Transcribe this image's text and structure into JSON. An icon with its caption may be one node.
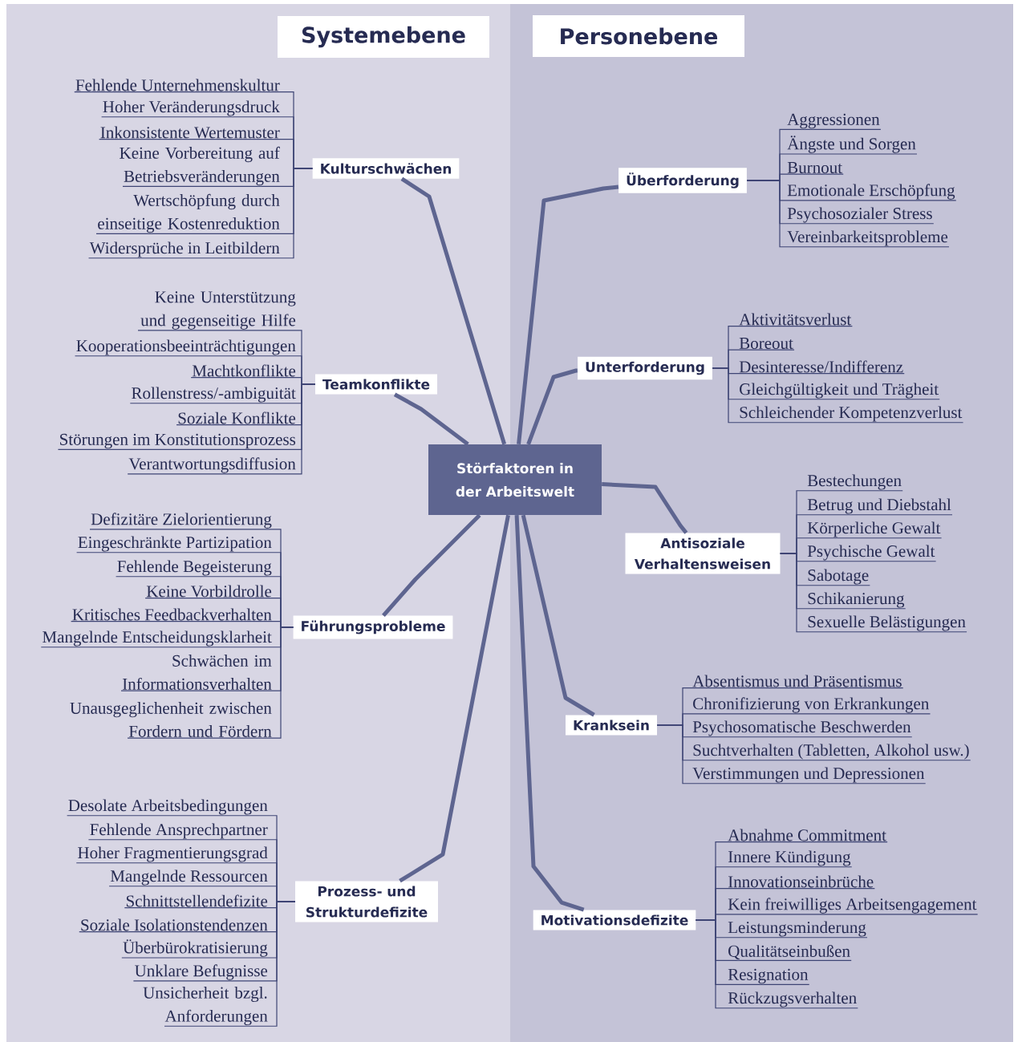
{
  "diagram": {
    "nodes": [
      {
        "text": [
          "Systemebene"
        ]
      },
      {
        "text": [
          "Personebene"
        ]
      },
      {
        "text": [
          "Störfaktoren in der Arbeitswelt"
        ]
      },
      {
        "text": [
          "Kulturschwächen"
        ]
      },
      {
        "text": [
          "Fehlende Unternehmenskultur"
        ]
      },
      {
        "text": [
          "Hoher Veränderungsdruck"
        ]
      },
      {
        "text": [
          "Inkonsistente Wertemuster"
        ]
      },
      {
        "text": [
          "Keine Vorbereitung auf Betriebsveränderungen"
        ]
      },
      {
        "text": [
          "Wertschöpfung durch einseitige Kostenreduktion"
        ]
      },
      {
        "text": [
          "Widersprüche in Leitbildern"
        ]
      },
      {
        "text": [
          "Teamkonflikte"
        ]
      },
      {
        "text": [
          "Keine Unterstützung und gegenseitige Hilfe"
        ]
      },
      {
        "text": [
          "Kooperationsbeeinträchtigungen"
        ]
      },
      {
        "text": [
          "Machtkonflikte"
        ]
      },
      {
        "text": [
          "Rollenstress/-ambiguität"
        ]
      },
      {
        "text": [
          "Soziale Konflikte"
        ]
      },
      {
        "text": [
          "Störungen im Konstitutionsprozess"
        ]
      },
      {
        "text": [
          "Verantwortungsdiffusion"
        ]
      },
      {
        "text": [
          "Führungsprobleme"
        ]
      },
      {
        "text": [
          "Defizitäre Zielorientierung"
        ]
      },
      {
        "text": [
          "Eingeschränkte Partizipation"
        ]
      },
      {
        "text": [
          "Fehlende Begeisterung"
        ]
      },
      {
        "text": [
          "Keine Vorbildrolle"
        ]
      },
      {
        "text": [
          "Kritisches Feedbackverhalten"
        ]
      },
      {
        "text": [
          "Mangelnde Entscheidungsklarheit"
        ]
      },
      {
        "text": [
          "Schwächen im Informationsverhalten"
        ]
      },
      {
        "text": [
          "Unausgeglichenheit zwischen Fordern und Fördern"
        ]
      },
      {
        "text": [
          "Prozess- und Strukturdefizite"
        ]
      },
      {
        "text": [
          "Desolate Arbeitsbedingungen"
        ]
      },
      {
        "text": [
          "Fehlende Ansprechpartner"
        ]
      },
      {
        "text": [
          "Hoher Fragmentierungsgrad"
        ]
      },
      {
        "text": [
          "Mangelnde Ressourcen"
        ]
      },
      {
        "text": [
          "Schnittstellendefizite"
        ]
      },
      {
        "text": [
          "Soziale Isolationstendenzen"
        ]
      },
      {
        "text": [
          "Überbürokratisierung"
        ]
      },
      {
        "text": [
          "Unklare Befugnisse"
        ]
      },
      {
        "text": [
          "Unsicherheit bzgl. Anforderungen"
        ]
      },
      {
        "text": [
          "Überforderung"
        ]
      },
      {
        "text": [
          "Aggressionen"
        ]
      },
      {
        "text": [
          "Ängste und Sorgen"
        ]
      },
      {
        "text": [
          "Burnout"
        ]
      },
      {
        "text": [
          "Emotionale Erschöpfung"
        ]
      },
      {
        "text": [
          "Psychosozialer Stress"
        ]
      },
      {
        "text": [
          "Vereinbarkeitsprobleme"
        ]
      },
      {
        "text": [
          "Unterforderung"
        ]
      },
      {
        "text": [
          "Aktivitätsverlust"
        ]
      },
      {
        "text": [
          "Boreout"
        ]
      },
      {
        "text": [
          "Desinteresse/Indifferenz"
        ]
      },
      {
        "text": [
          "Gleichgültigkeit und Trägheit"
        ]
      },
      {
        "text": [
          "Schleichender Kompetenzverlust"
        ]
      },
      {
        "text": [
          "Antisoziale Verhaltensweisen"
        ]
      },
      {
        "text": [
          "Bestechungen"
        ]
      },
      {
        "text": [
          "Betrug und Diebstahl"
        ]
      },
      {
        "text": [
          "Körperliche Gewalt"
        ]
      },
      {
        "text": [
          "Psychische Gewalt"
        ]
      },
      {
        "text": [
          "Sabotage"
        ]
      },
      {
        "text": [
          "Schikanierung"
        ]
      },
      {
        "text": [
          "Sexuelle Belästigungen"
        ]
      },
      {
        "text": [
          "Kranksein"
        ]
      },
      {
        "text": [
          "Absentismus und Präsentismus"
        ]
      },
      {
        "text": [
          "Chronifizierung von Erkrankungen"
        ]
      },
      {
        "text": [
          "Psychosomatische Beschwerden"
        ]
      },
      {
        "text": [
          "Suchtverhalten (Tabletten, Alkohol usw.)"
        ]
      },
      {
        "text": [
          "Verstimmungen und Depressionen"
        ]
      },
      {
        "text": [
          "Motivationsdefizite"
        ]
      },
      {
        "text": [
          "Abnahme Commitment"
        ]
      },
      {
        "text": [
          "Innere Kündigung"
        ]
      },
      {
        "text": [
          "Innovationseinbrüche"
        ]
      },
      {
        "text": [
          "Kein freiwilliges Arbeitsengagement"
        ]
      },
      {
        "text": [
          "Leistungsminderung"
        ]
      },
      {
        "text": [
          "Qualitätseinbußen"
        ]
      },
      {
        "text": [
          "Resignation"
        ]
      },
      {
        "text": [
          "Rückzugsverhalten"
        ]
      }
    ],
    "edges": [
      {
        "from": 2,
        "to": 3,
        "arrow": "none",
        "style": "thick"
      },
      {
        "from": 2,
        "to": 10,
        "arrow": "none",
        "style": "thick"
      },
      {
        "from": 2,
        "to": 18,
        "arrow": "none",
        "style": "thick"
      },
      {
        "from": 2,
        "to": 27,
        "arrow": "none",
        "style": "thick"
      },
      {
        "from": 2,
        "to": 37,
        "arrow": "none",
        "style": "thick"
      },
      {
        "from": 2,
        "to": 44,
        "arrow": "none",
        "style": "thick"
      },
      {
        "from": 2,
        "to": 50,
        "arrow": "none",
        "style": "thick"
      },
      {
        "from": 2,
        "to": 58,
        "arrow": "none",
        "style": "thick"
      },
      {
        "from": 2,
        "to": 64,
        "arrow": "none",
        "style": "thick"
      },
      {
        "from": 3,
        "to": 4,
        "arrow": "none"
      },
      {
        "from": 3,
        "to": 5,
        "arrow": "none"
      },
      {
        "from": 3,
        "to": 6,
        "arrow": "none"
      },
      {
        "from": 3,
        "to": 7,
        "arrow": "none"
      },
      {
        "from": 3,
        "to": 8,
        "arrow": "none"
      },
      {
        "from": 3,
        "to": 9,
        "arrow": "none"
      },
      {
        "from": 10,
        "to": 11,
        "arrow": "none"
      },
      {
        "from": 10,
        "to": 12,
        "arrow": "none"
      },
      {
        "from": 10,
        "to": 13,
        "arrow": "none"
      },
      {
        "from": 10,
        "to": 14,
        "arrow": "none"
      },
      {
        "from": 10,
        "to": 15,
        "arrow": "none"
      },
      {
        "from": 10,
        "to": 16,
        "arrow": "none"
      },
      {
        "from": 10,
        "to": 17,
        "arrow": "none"
      },
      {
        "from": 18,
        "to": 19,
        "arrow": "none"
      },
      {
        "from": 18,
        "to": 20,
        "arrow": "none"
      },
      {
        "from": 18,
        "to": 21,
        "arrow": "none"
      },
      {
        "from": 18,
        "to": 22,
        "arrow": "none"
      },
      {
        "from": 18,
        "to": 23,
        "arrow": "none"
      },
      {
        "from": 18,
        "to": 24,
        "arrow": "none"
      },
      {
        "from": 18,
        "to": 25,
        "arrow": "none"
      },
      {
        "from": 18,
        "to": 26,
        "arrow": "none"
      },
      {
        "from": 27,
        "to": 28,
        "arrow": "none"
      },
      {
        "from": 27,
        "to": 29,
        "arrow": "none"
      },
      {
        "from": 27,
        "to": 30,
        "arrow": "none"
      },
      {
        "from": 27,
        "to": 31,
        "arrow": "none"
      },
      {
        "from": 27,
        "to": 32,
        "arrow": "none"
      },
      {
        "from": 27,
        "to": 33,
        "arrow": "none"
      },
      {
        "from": 27,
        "to": 34,
        "arrow": "none"
      },
      {
        "from": 27,
        "to": 35,
        "arrow": "none"
      },
      {
        "from": 27,
        "to": 36,
        "arrow": "none"
      },
      {
        "from": 37,
        "to": 38,
        "arrow": "none"
      },
      {
        "from": 37,
        "to": 39,
        "arrow": "none"
      },
      {
        "from": 37,
        "to": 40,
        "arrow": "none"
      },
      {
        "from": 37,
        "to": 41,
        "arrow": "none"
      },
      {
        "from": 37,
        "to": 42,
        "arrow": "none"
      },
      {
        "from": 37,
        "to": 43,
        "arrow": "none"
      },
      {
        "from": 44,
        "to": 45,
        "arrow": "none"
      },
      {
        "from": 44,
        "to": 46,
        "arrow": "none"
      },
      {
        "from": 44,
        "to": 47,
        "arrow": "none"
      },
      {
        "from": 44,
        "to": 48,
        "arrow": "none"
      },
      {
        "from": 44,
        "to": 49,
        "arrow": "none"
      },
      {
        "from": 50,
        "to": 51,
        "arrow": "none"
      },
      {
        "from": 50,
        "to": 52,
        "arrow": "none"
      },
      {
        "from": 50,
        "to": 53,
        "arrow": "none"
      },
      {
        "from": 50,
        "to": 54,
        "arrow": "none"
      },
      {
        "from": 50,
        "to": 55,
        "arrow": "none"
      },
      {
        "from": 50,
        "to": 56,
        "arrow": "none"
      },
      {
        "from": 50,
        "to": 57,
        "arrow": "none"
      },
      {
        "from": 58,
        "to": 59,
        "arrow": "none"
      },
      {
        "from": 58,
        "to": 60,
        "arrow": "none"
      },
      {
        "from": 58,
        "to": 61,
        "arrow": "none"
      },
      {
        "from": 58,
        "to": 62,
        "arrow": "none"
      },
      {
        "from": 58,
        "to": 63,
        "arrow": "none"
      },
      {
        "from": 64,
        "to": 65,
        "arrow": "none"
      },
      {
        "from": 64,
        "to": 66,
        "arrow": "none"
      },
      {
        "from": 64,
        "to": 67,
        "arrow": "none"
      },
      {
        "from": 64,
        "to": 68,
        "arrow": "none"
      },
      {
        "from": 64,
        "to": 69,
        "arrow": "none"
      },
      {
        "from": 64,
        "to": 70,
        "arrow": "none"
      },
      {
        "from": 64,
        "to": 71,
        "arrow": "none"
      },
      {
        "from": 64,
        "to": 72,
        "arrow": "none"
      }
    ]
  }
}
